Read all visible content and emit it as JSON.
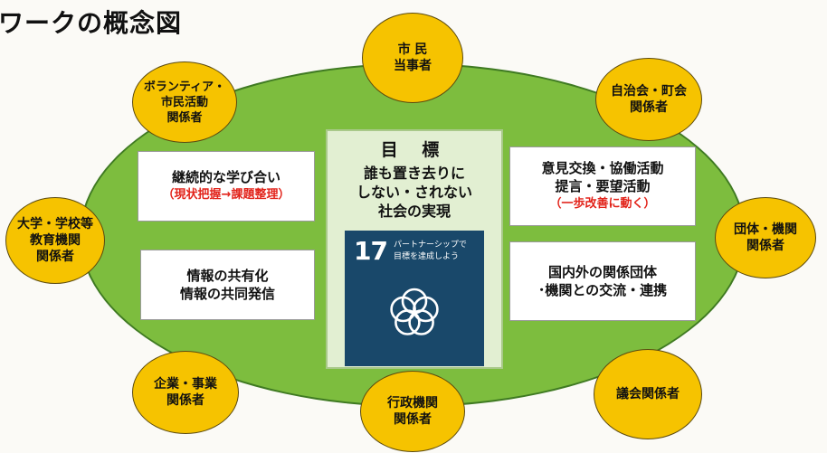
{
  "title": "ワークの概念図",
  "center": {
    "heading": "目 標",
    "lines": [
      "誰も置き去りに",
      "しない・されない",
      "社会の実現"
    ]
  },
  "sdg": {
    "number": "17",
    "caption_line1": "パートナーシップで",
    "caption_line2": "目標を達成しよう",
    "icon": "interlocking-rings-icon",
    "background": "#19486a"
  },
  "boxes": {
    "learning": {
      "line1": "継続的な学び合い",
      "line2": "（現状把握→課題整理）"
    },
    "information": {
      "line1": "情報の共有化",
      "line2": "情報の共同発信"
    },
    "exchange": {
      "line1": "意見交換・協働活動",
      "line2": "提言・要望活動",
      "line3": "（一歩改善に動く）"
    },
    "network": {
      "line1": "国内外の関係団体",
      "line2": "･機関との交流・連携"
    }
  },
  "stakeholders": {
    "citizens": [
      "市 民",
      "当事者"
    ],
    "volunteer": [
      "ボランティア・",
      "市民活動",
      "関係者"
    ],
    "neighborhood": [
      "自治会・町会",
      "関係者"
    ],
    "university": [
      "大学・学校等",
      "教育機関",
      "関係者"
    ],
    "organization": [
      "団体・機関",
      "関係者"
    ],
    "business": [
      "企業・事業",
      "関係者"
    ],
    "government": [
      "行政機関",
      "関係者"
    ],
    "assembly": [
      "議会関係者"
    ]
  },
  "colors": {
    "oval": "#7dbd3e",
    "bubble": "#f6c300",
    "accent_red": "#e2231a",
    "center_panel": "#e2efd2"
  }
}
